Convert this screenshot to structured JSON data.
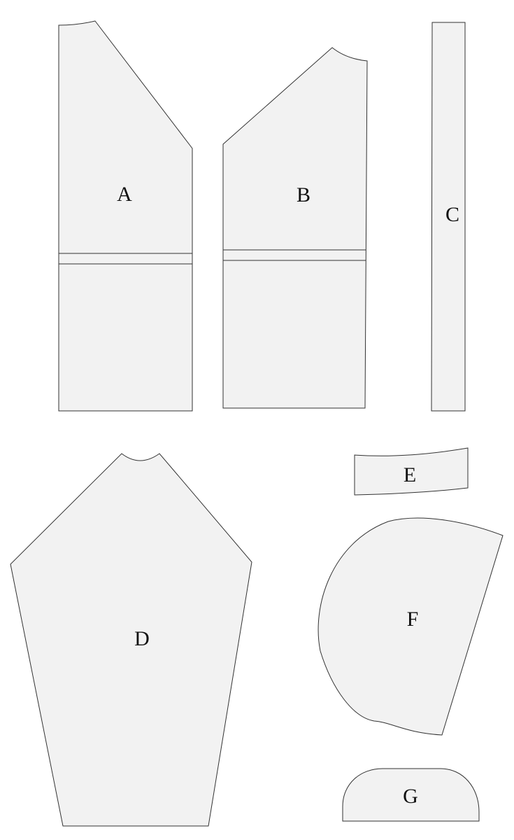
{
  "colors": {
    "piece_fill": "#f2f2f2",
    "piece_stroke": "#333333",
    "label": "#111111",
    "background": "#ffffff"
  },
  "pieces": {
    "A": {
      "label": "A"
    },
    "B": {
      "label": "B"
    },
    "C": {
      "label": "C"
    },
    "D": {
      "label": "D"
    },
    "E": {
      "label": "E"
    },
    "F": {
      "label": "F"
    },
    "G": {
      "label": "G"
    }
  }
}
